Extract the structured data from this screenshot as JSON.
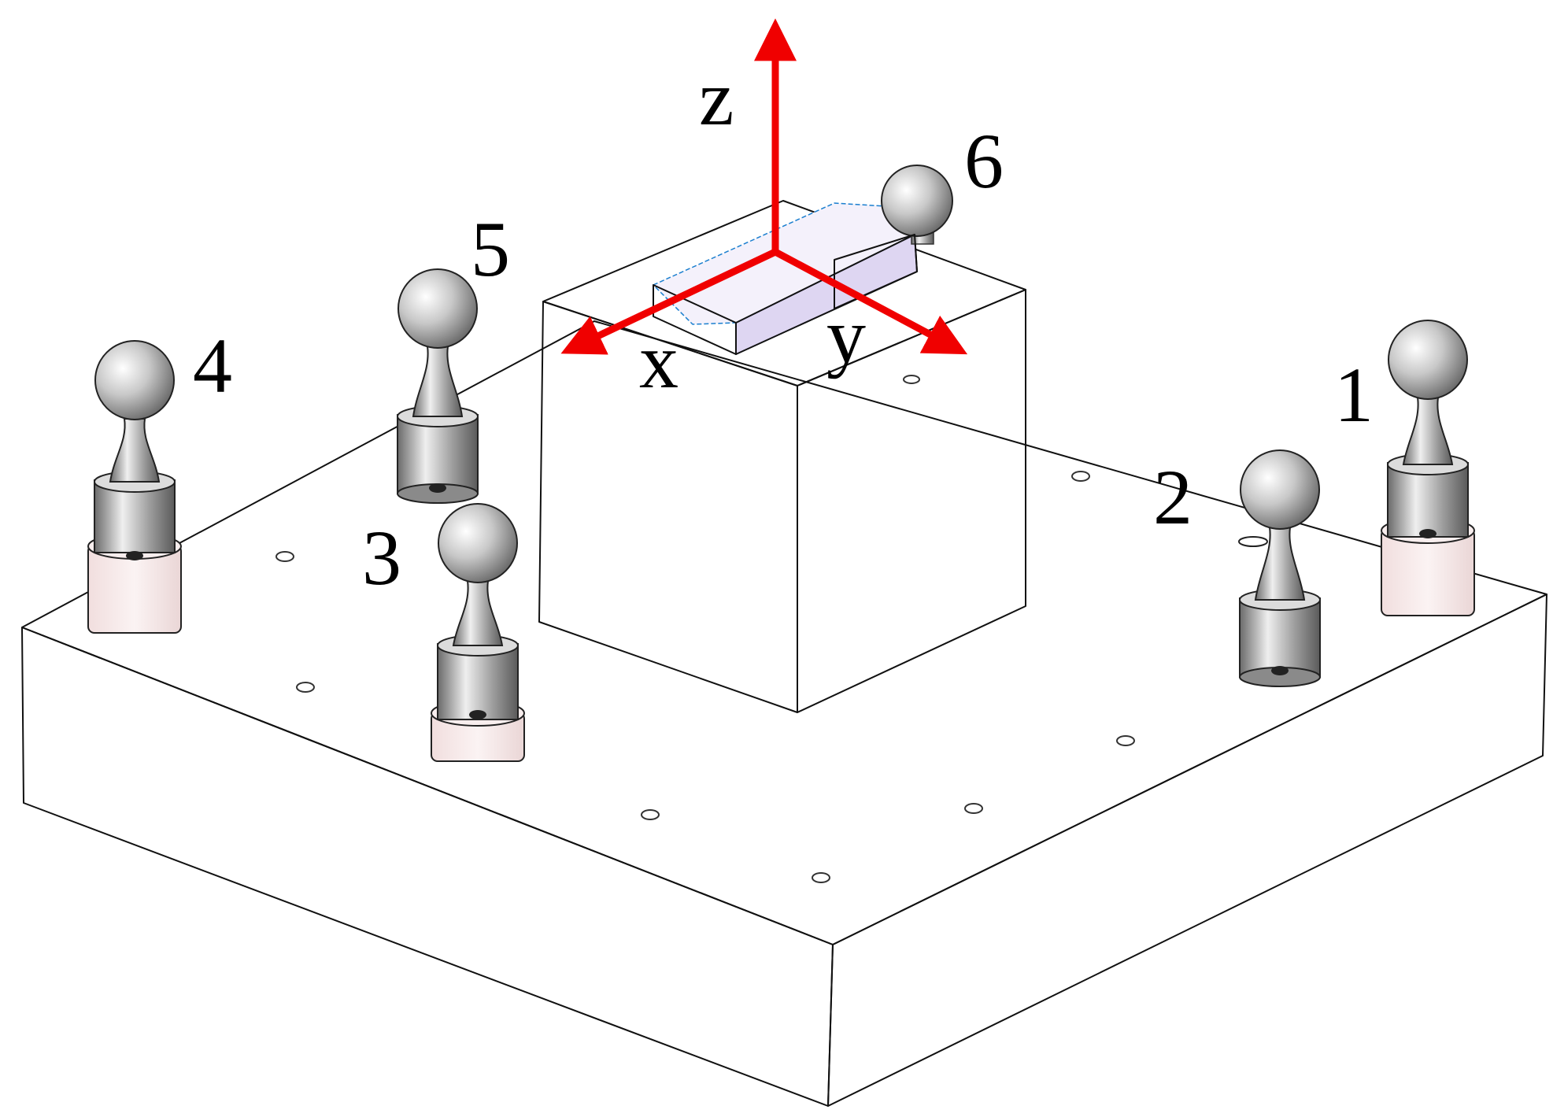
{
  "axes": {
    "x_label": "x",
    "y_label": "y",
    "z_label": "z",
    "color": "#f00000"
  },
  "balls": [
    {
      "id": "1",
      "label": "1"
    },
    {
      "id": "2",
      "label": "2"
    },
    {
      "id": "3",
      "label": "3"
    },
    {
      "id": "4",
      "label": "4"
    },
    {
      "id": "5",
      "label": "5"
    },
    {
      "id": "6",
      "label": "6"
    }
  ],
  "colors": {
    "cube_side": "#e2d8f6",
    "collar": "#f7eaea",
    "metal_dark": "#6a6a6a",
    "metal_light": "#efefef"
  }
}
